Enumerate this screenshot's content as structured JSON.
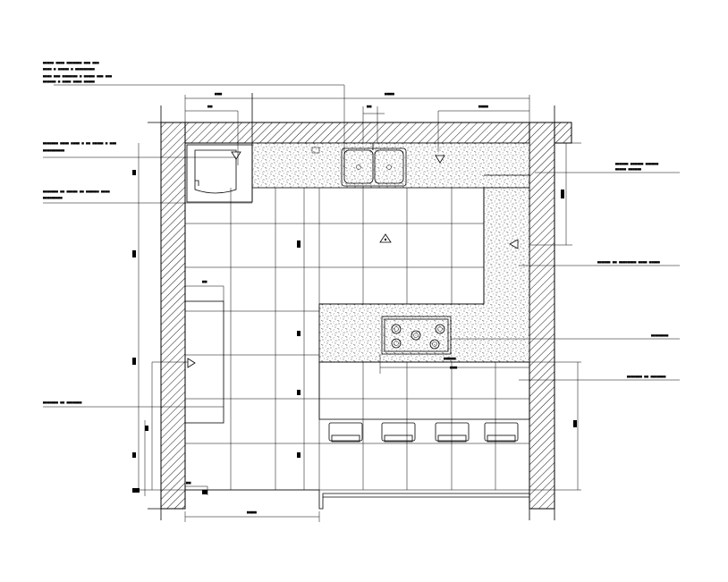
{
  "drawing": {
    "type": "kitchen floor plan",
    "colors": {
      "ink": "#000000",
      "paper": "#ffffff"
    }
  },
  "notes_left": [
    {
      "id": "note_top",
      "lines": [
        "▀▀▀▀▀ ▀▀▀▀ ▀▀▀▀▀▀▀ ▀▀▀ ▀▀▀",
        "▀▀▀▀ ▀ ▀▀▀▀▀ ▀ ▀▀▀▀▀▀▀▀▀",
        "▀▀▀▀ ▀▀▀ ▀▀▀▀▀▀▀ ▀ ▀▀▀▀▀ ▀▀▀ ▀▀▀",
        "▀▀▀▀▀▀ ▀ ▀▀▀▀ ▀▀▀▀ ▀▀▀▀▀"
      ]
    },
    {
      "id": "note_fridge",
      "lines": [
        "▀▀▀▀▀▀▀ ▀▀▀▀ ▀▀▀▀ ▀ ▀▀ ▀▀▀▀▀ ▀ ▀▀▀",
        "▀▀▀▀▀▀▀▀▀▀"
      ]
    },
    {
      "id": "note_tall",
      "lines": [
        "▀▀▀▀▀▀▀ ▀▀ ▀▀▀▀▀ ▀▀ ▀▀▀▀▀▀ ▀▀▀▀",
        "▀▀▀▀▀▀▀▀▀"
      ]
    },
    {
      "id": "note_table",
      "lines": [
        "▀▀▀▀▀▀▀ ▀▀ ▀▀▀▀▀▀▀"
      ]
    }
  ],
  "notes_right": [
    {
      "id": "note_upper",
      "lines": [
        "▀▀▀▀▀▀ ▀▀▀▀▀▀ ▀▀▀▀▀▀",
        "▀▀▀▀▀ ▀▀▀▀▀▀"
      ]
    },
    {
      "id": "note_counter",
      "lines": [
        "▀▀▀▀▀▀ ▀▀ ▀▀▀▀▀▀▀▀ ▀▀▀▀ ▀▀▀▀▀"
      ]
    },
    {
      "id": "note_hob",
      "lines": [
        "▀▀▀▀▀▀▀▀"
      ]
    },
    {
      "id": "note_bar",
      "lines": [
        "▀▀▀▀▀▀▀ ▀▀ ▀▀▀▀▀▀▀"
      ]
    }
  ],
  "dimensions": {
    "top_overall": "▀▀▀▀",
    "top_left": "▀▀▀",
    "top_left_small": "▀▀",
    "top_right": "▀▀▀▀",
    "top_mid": "▀▀",
    "bottom_overall": "▀▀▀▀",
    "hob_width": "▀▀▀",
    "hob_label": "▀▀▀▀▀",
    "left_small": "▀▀",
    "corner": "▀▀",
    "left_marks": [
      "▀",
      "▀",
      "▀",
      "▀"
    ],
    "right_marks": [
      "▀",
      "▀"
    ],
    "center_marks": [
      "▀",
      "▀",
      "▀",
      "▀",
      "▀"
    ]
  }
}
